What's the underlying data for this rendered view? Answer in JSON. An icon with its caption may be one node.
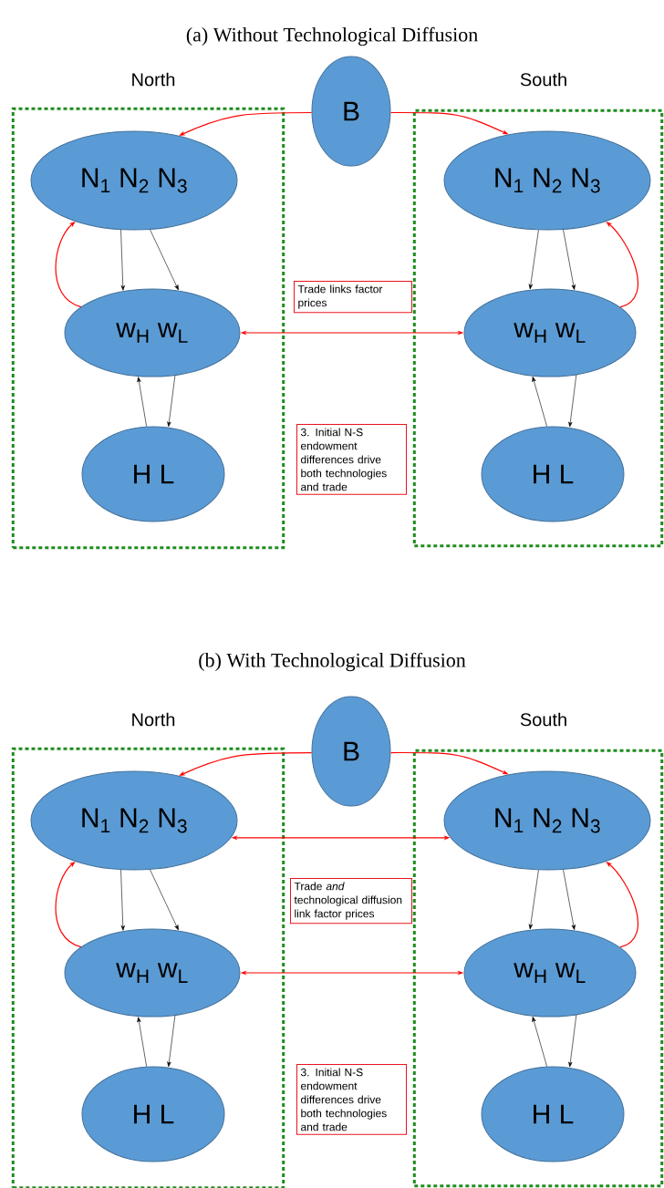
{
  "diagram": {
    "nodes": [
      {
        "text": [
          "North"
        ]
      },
      {
        "text": [
          "N$_{1}$ N$_{2}$ N$_{3}$"
        ],
        "in": 0
      },
      {
        "text": [
          "w$_{H}$  w$_{L}$"
        ],
        "in": 0
      },
      {
        "text": [
          "H  L"
        ],
        "in": 0
      },
      {
        "text": [
          "B"
        ]
      },
      {
        "text": [
          "South"
        ]
      },
      {
        "text": [
          "N$_{1}$ N$_{2}$ N$_{3}$"
        ],
        "in": 5
      },
      {
        "text": [
          "w$_{H}$  w$_{L}$"
        ],
        "in": 5
      },
      {
        "text": [
          "H  L"
        ],
        "in": 5
      },
      {
        "text": [
          "Trade links factor prices"
        ]
      },
      {
        "text": [
          "3. Initial N-S endowment differences drive both technologies and trade"
        ]
      },
      {
        "text": [
          "North"
        ]
      },
      {
        "text": [
          "N$_{1}$ N$_{2}$ N$_{3}$"
        ],
        "in": 11
      },
      {
        "text": [
          "w$_{H}$  w$_{L}$"
        ],
        "in": 11
      },
      {
        "text": [
          "H  L"
        ],
        "in": 11
      },
      {
        "text": [
          "B"
        ]
      },
      {
        "text": [
          "South"
        ]
      },
      {
        "text": [
          "N$_{1}$ N$_{2}$ N$_{3}$"
        ],
        "in": 16
      },
      {
        "text": [
          "w$_{H}$  w$_{L}$"
        ],
        "in": 16
      },
      {
        "text": [
          "H  L"
        ],
        "in": 16
      },
      {
        "text": [
          "Trade *and* technological diffusion link factor prices"
        ]
      },
      {
        "text": [
          "3. Initial N-S endowment differences drive both technologies and trade"
        ]
      }
    ],
    "edges": [
      {
        "from": 4,
        "to": 1,
        "arrow": "to",
        "color": "#ff0000"
      },
      {
        "from": 4,
        "to": 6,
        "arrow": "to",
        "color": "#ff0000"
      },
      {
        "from": 1,
        "to": 2,
        "arrow": "to"
      },
      {
        "from": 1,
        "to": 2,
        "arrow": "to"
      },
      {
        "from": 2,
        "to": 1,
        "arrow": "to",
        "color": "#ff0000"
      },
      {
        "from": 6,
        "to": 7,
        "arrow": "to"
      },
      {
        "from": 6,
        "to": 7,
        "arrow": "to"
      },
      {
        "from": 7,
        "to": 6,
        "arrow": "to",
        "color": "#ff0000"
      },
      {
        "from": 3,
        "to": 2,
        "arrow": "to"
      },
      {
        "from": 2,
        "to": 3,
        "arrow": "to"
      },
      {
        "from": 8,
        "to": 7,
        "arrow": "to"
      },
      {
        "from": 7,
        "to": 8,
        "arrow": "to"
      },
      {
        "from": 2,
        "to": 7,
        "arrow": "both",
        "color": "#ff0000"
      },
      {
        "from": 15,
        "to": 12,
        "arrow": "to",
        "color": "#ff0000"
      },
      {
        "from": 15,
        "to": 17,
        "arrow": "to",
        "color": "#ff0000"
      },
      {
        "from": 12,
        "to": 13,
        "arrow": "to"
      },
      {
        "from": 12,
        "to": 13,
        "arrow": "to"
      },
      {
        "from": 13,
        "to": 12,
        "arrow": "to",
        "color": "#ff0000"
      },
      {
        "from": 17,
        "to": 18,
        "arrow": "to"
      },
      {
        "from": 17,
        "to": 18,
        "arrow": "to"
      },
      {
        "from": 18,
        "to": 17,
        "arrow": "to",
        "color": "#ff0000"
      },
      {
        "from": 14,
        "to": 13,
        "arrow": "to"
      },
      {
        "from": 13,
        "to": 14,
        "arrow": "to"
      },
      {
        "from": 19,
        "to": 18,
        "arrow": "to"
      },
      {
        "from": 18,
        "to": 19,
        "arrow": "to"
      },
      {
        "from": 12,
        "to": 17,
        "arrow": "both",
        "color": "#ff0000"
      },
      {
        "from": 13,
        "to": 18,
        "arrow": "both",
        "color": "#ff0000"
      }
    ],
    "labels": [
      "(a) Without Technological Diffusion",
      "(b) With Technological Diffusion"
    ]
  }
}
